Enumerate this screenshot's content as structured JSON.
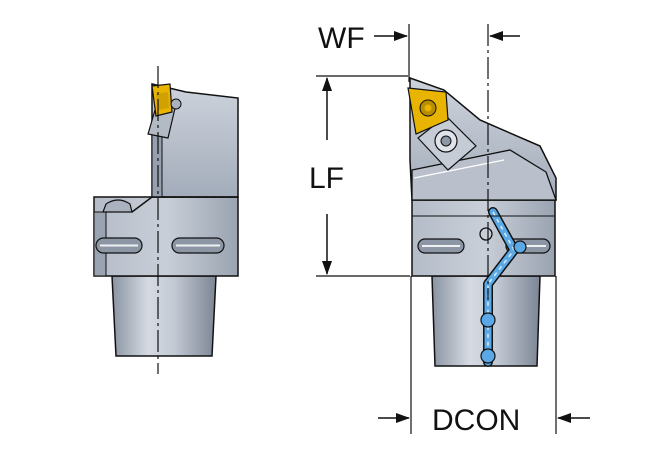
{
  "dimensions": {
    "wf": "WF",
    "lf": "LF",
    "dcon": "DCON"
  },
  "colors": {
    "body_light": "#c8ced8",
    "body_mid": "#a6afbd",
    "body_dark": "#7c8696",
    "outline": "#111111",
    "insert_gold": "#e8b400",
    "insert_shadow": "#9a7a00",
    "coolant": "#5aa9e6"
  }
}
